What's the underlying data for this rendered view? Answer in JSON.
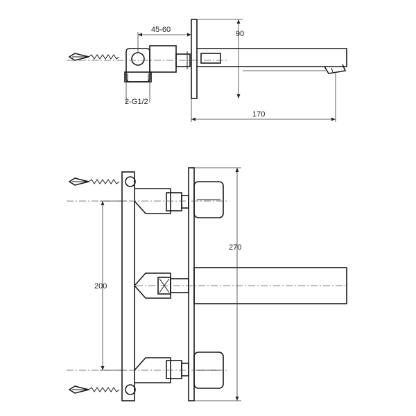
{
  "dimensions": {
    "inlet_offset": "45-60",
    "spout_height": "90",
    "spout_projection": "170",
    "connection": "2-G1/2",
    "overall_height": "270",
    "inlet_spacing": "200"
  },
  "colors": {
    "line": "#1a1a1a",
    "background": "#ffffff"
  }
}
